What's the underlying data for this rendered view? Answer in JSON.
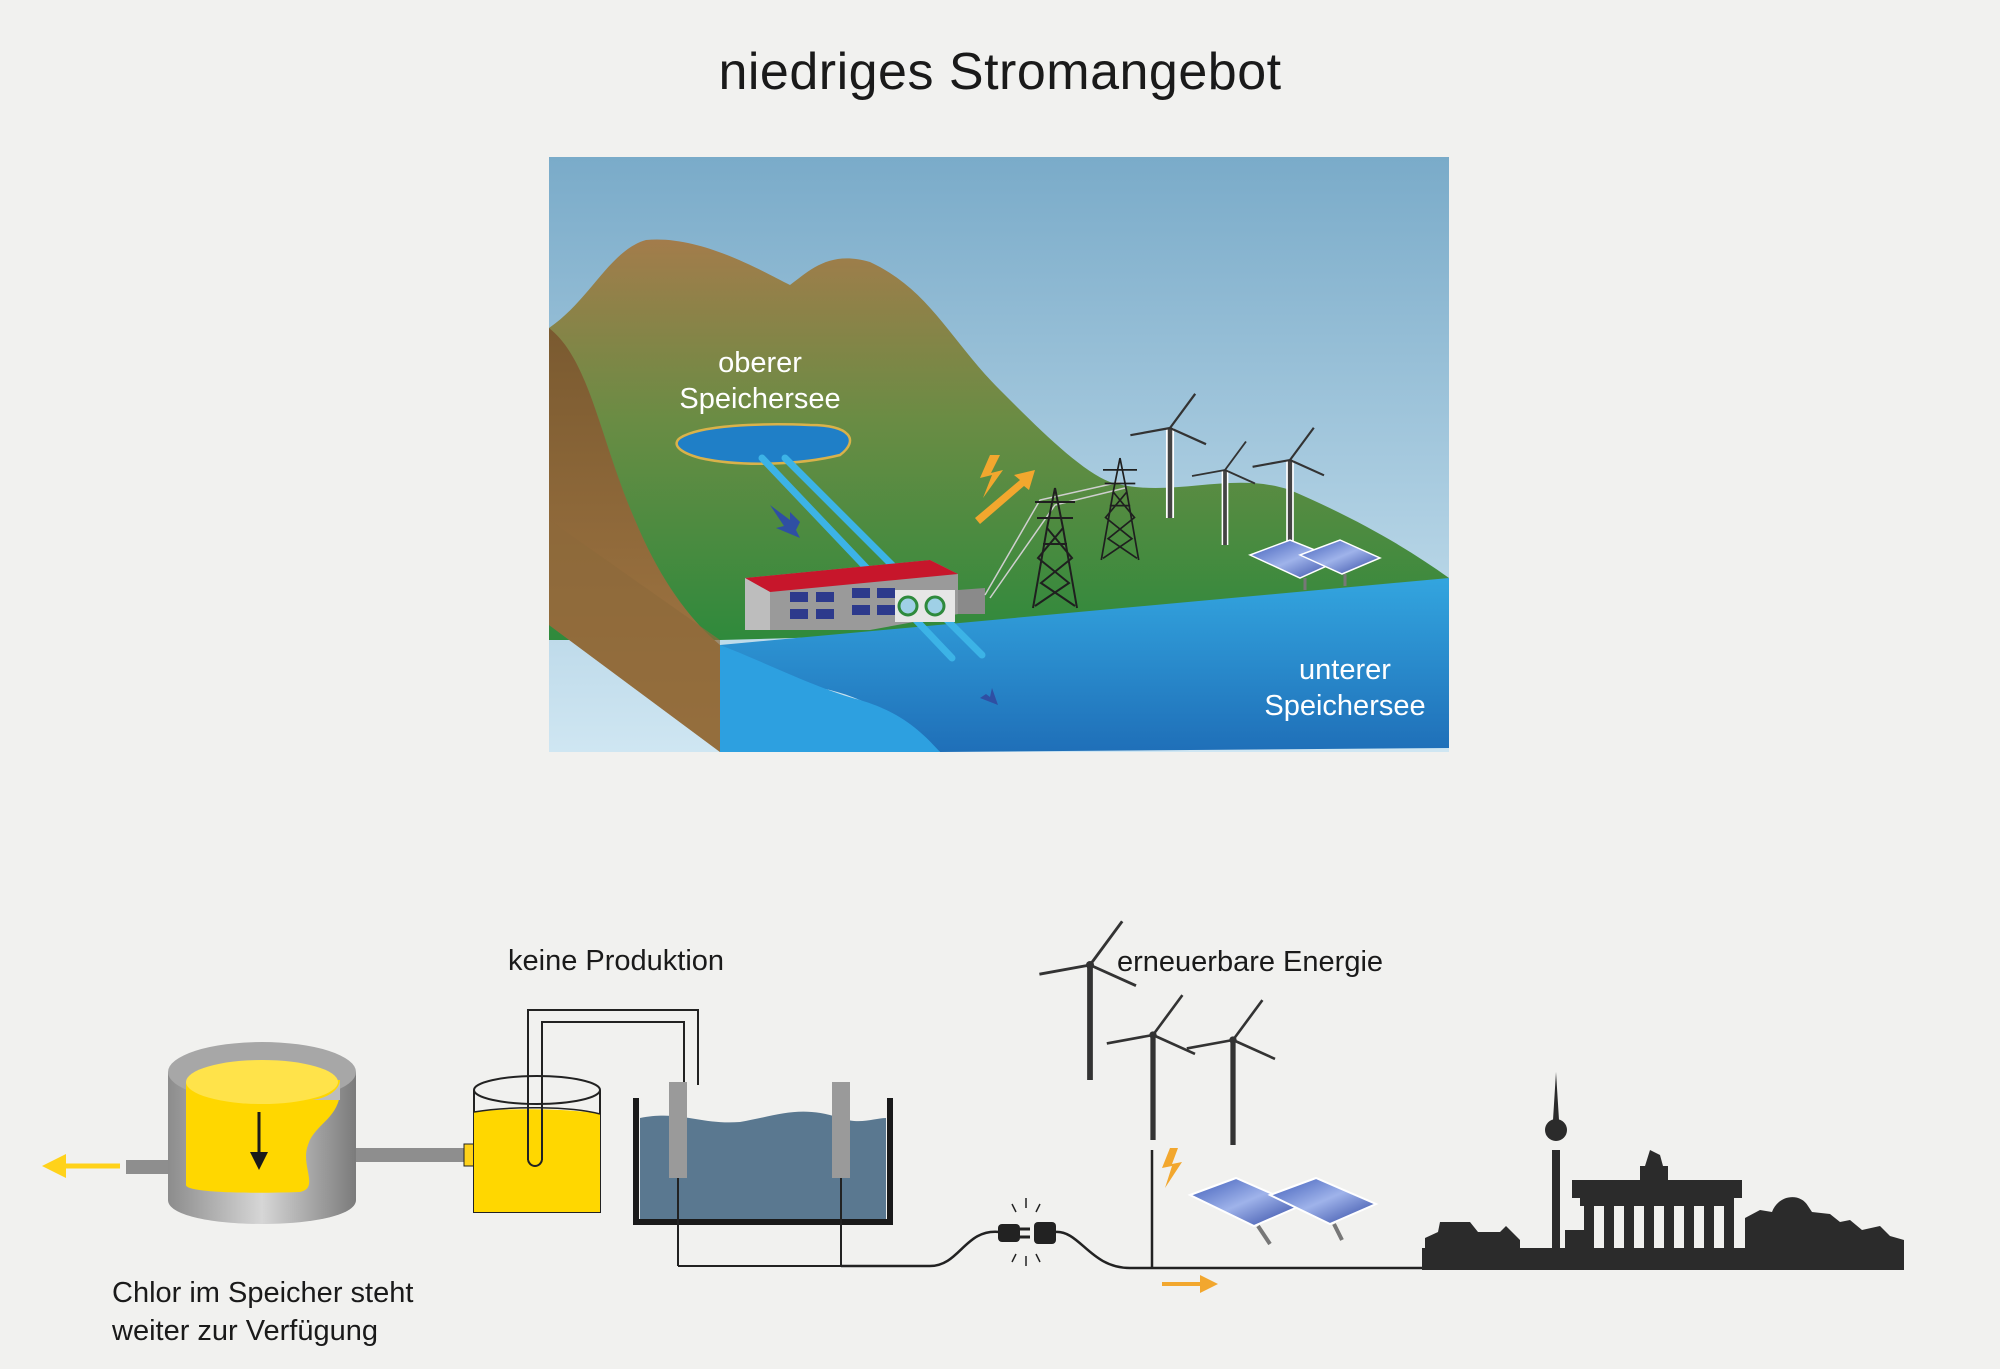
{
  "title": "niedriges Stromangebot",
  "upper_lake_label": [
    "oberer",
    "Speichersee"
  ],
  "lower_lake_label": [
    "unterer",
    "Speichersee"
  ],
  "production_label": "keine Produktion",
  "renewable_label": "erneuerbare Energie",
  "storage_label": [
    "Chlor im Speicher steht",
    "weiter zur Verfügung"
  ],
  "colors": {
    "sky_top": "#7dafcc",
    "lake": "#2f9fdc",
    "grass": "#3c8f3e",
    "mountain_top": "#a07c4e",
    "chlorine_yellow": "#ffd700",
    "electrolyte": "#5a7890",
    "arrow_orange": "#f2a72e",
    "skyline": "#2b2b2b"
  },
  "icons": [
    "wind-turbine-icon",
    "power-pylon-icon",
    "solar-panel-icon",
    "lightning-icon",
    "plug-icon",
    "city-skyline-icon"
  ]
}
